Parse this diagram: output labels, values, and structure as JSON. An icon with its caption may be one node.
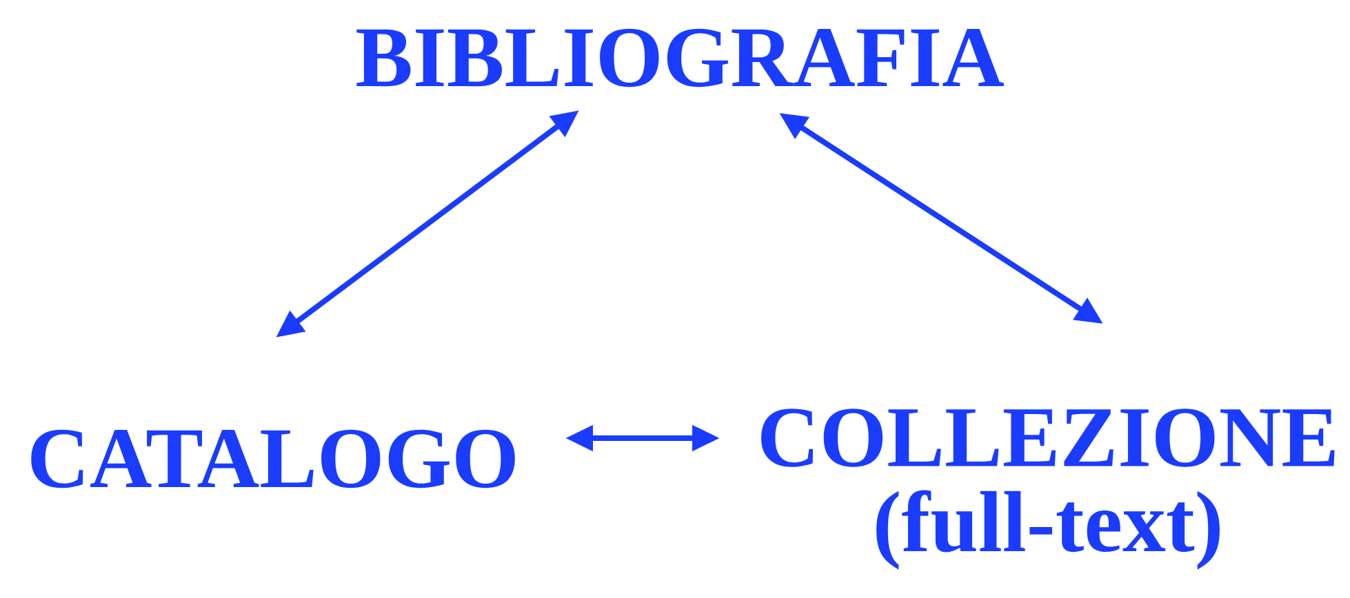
{
  "diagram": {
    "nodes": [
      {
        "text": [
          "BIBLIOGRAFIA"
        ]
      },
      {
        "text": [
          "CATALOGO"
        ]
      },
      {
        "text": [
          "COLLEZIONE",
          "(full-text)"
        ]
      }
    ],
    "edges": [
      {
        "from": 0,
        "to": 1,
        "arrow": "both"
      },
      {
        "from": 0,
        "to": 2,
        "arrow": "both"
      },
      {
        "from": 1,
        "to": 2,
        "arrow": "both"
      }
    ]
  }
}
